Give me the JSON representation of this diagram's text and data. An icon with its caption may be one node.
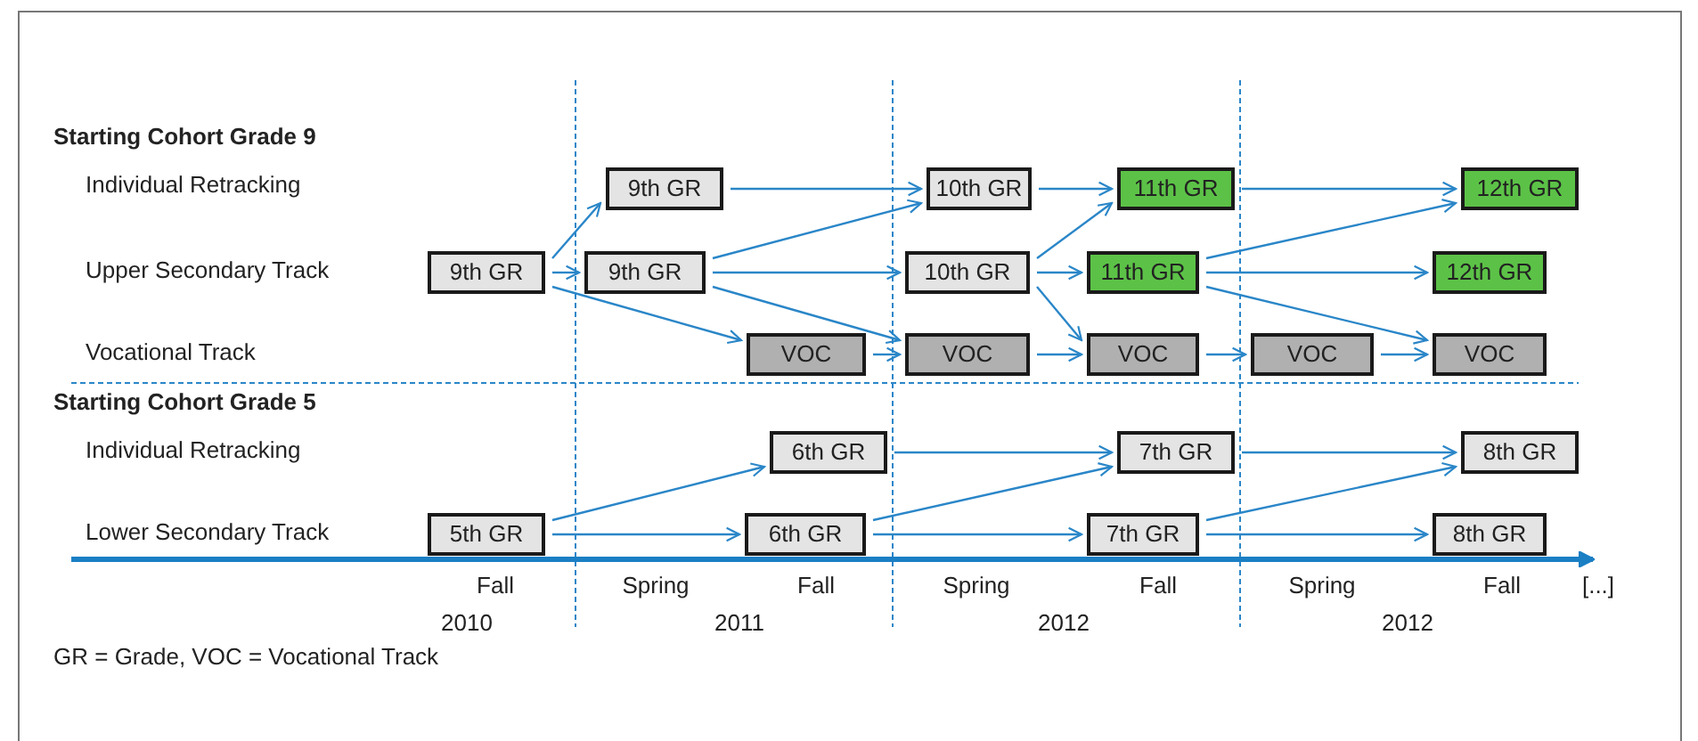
{
  "diagram": {
    "nodes": [
      {
        "text": [
          "9th GR"
        ]
      },
      {
        "text": [
          "10th GR"
        ]
      },
      {
        "text": [
          "11th GR"
        ]
      },
      {
        "text": [
          "12th GR"
        ]
      },
      {
        "text": [
          "9th GR"
        ]
      },
      {
        "text": [
          "9th GR"
        ]
      },
      {
        "text": [
          "10th GR"
        ]
      },
      {
        "text": [
          "11th GR"
        ]
      },
      {
        "text": [
          "12th GR"
        ]
      },
      {
        "text": [
          "VOC"
        ]
      },
      {
        "text": [
          "VOC"
        ]
      },
      {
        "text": [
          "VOC"
        ]
      },
      {
        "text": [
          "VOC"
        ]
      },
      {
        "text": [
          "VOC"
        ]
      },
      {
        "text": [
          "6th GR"
        ]
      },
      {
        "text": [
          "7th GR"
        ]
      },
      {
        "text": [
          "8th GR"
        ]
      },
      {
        "text": [
          "5th GR"
        ]
      },
      {
        "text": [
          "6th GR"
        ]
      },
      {
        "text": [
          "7th GR"
        ]
      },
      {
        "text": [
          "8th GR"
        ]
      }
    ],
    "edges": [
      {
        "from": 4,
        "to": 0,
        "arrow": "to"
      },
      {
        "from": 4,
        "to": 5,
        "arrow": "to"
      },
      {
        "from": 4,
        "to": 9,
        "arrow": "to"
      },
      {
        "from": 0,
        "to": 1,
        "arrow": "to"
      },
      {
        "from": 5,
        "to": 1,
        "arrow": "to"
      },
      {
        "from": 5,
        "to": 6,
        "arrow": "to"
      },
      {
        "from": 5,
        "to": 10,
        "arrow": "to"
      },
      {
        "from": 9,
        "to": 10,
        "arrow": "to"
      },
      {
        "from": 1,
        "to": 2,
        "arrow": "to"
      },
      {
        "from": 6,
        "to": 2,
        "arrow": "to"
      },
      {
        "from": 6,
        "to": 7,
        "arrow": "to"
      },
      {
        "from": 6,
        "to": 11,
        "arrow": "to"
      },
      {
        "from": 10,
        "to": 11,
        "arrow": "to"
      },
      {
        "from": 2,
        "to": 3,
        "arrow": "to"
      },
      {
        "from": 7,
        "to": 3,
        "arrow": "to"
      },
      {
        "from": 7,
        "to": 8,
        "arrow": "to"
      },
      {
        "from": 7,
        "to": 13,
        "arrow": "to"
      },
      {
        "from": 11,
        "to": 12,
        "arrow": "to"
      },
      {
        "from": 12,
        "to": 13,
        "arrow": "to"
      },
      {
        "from": 17,
        "to": 14,
        "arrow": "to"
      },
      {
        "from": 17,
        "to": 18,
        "arrow": "to"
      },
      {
        "from": 14,
        "to": 15,
        "arrow": "to"
      },
      {
        "from": 18,
        "to": 15,
        "arrow": "to"
      },
      {
        "from": 18,
        "to": 19,
        "arrow": "to"
      },
      {
        "from": 15,
        "to": 16,
        "arrow": "to"
      },
      {
        "from": 19,
        "to": 16,
        "arrow": "to"
      },
      {
        "from": 19,
        "to": 20,
        "arrow": "to"
      }
    ],
    "labels": [
      "Starting Cohort Grade 9",
      "Individual Retracking",
      "Upper Secondary Track",
      "Vocational Track",
      "Starting Cohort Grade 5",
      "Individual Retracking",
      "Lower Secondary Track",
      "Fall",
      "Spring",
      "Fall",
      "Spring",
      "Fall",
      "Spring",
      "Fall",
      "[...]",
      "2010",
      "2011",
      "2012",
      "2012",
      "GR = Grade, VOC = Vocational Track"
    ]
  }
}
